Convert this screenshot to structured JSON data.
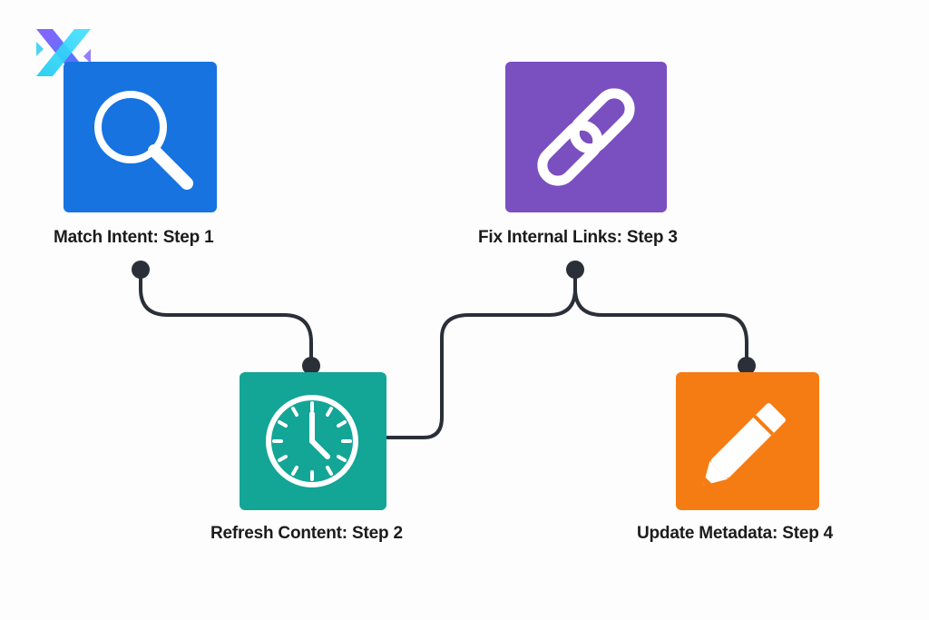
{
  "diagram": {
    "steps": [
      {
        "id": "step1",
        "label": "Match Intent: Step 1",
        "icon": "magnifier-icon",
        "color": "#1673e0"
      },
      {
        "id": "step2",
        "label": "Refresh Content: Step 2",
        "icon": "clock-icon",
        "color": "#13a596"
      },
      {
        "id": "step3",
        "label": "Fix Internal Links: Step 3",
        "icon": "chain-link-icon",
        "color": "#7a4fbf"
      },
      {
        "id": "step4",
        "label": "Update Metadata: Step 4",
        "icon": "pencil-icon",
        "color": "#f57c12"
      }
    ],
    "connections": [
      {
        "from": "step1",
        "to": "step2"
      },
      {
        "from": "step2",
        "to": "step3"
      },
      {
        "from": "step3",
        "to": "step4"
      }
    ],
    "connector_color": "#2a2f38",
    "logo_icon": "brand-x-logo-icon",
    "logo_colors": [
      "#7b5cff",
      "#22c7f0"
    ]
  }
}
